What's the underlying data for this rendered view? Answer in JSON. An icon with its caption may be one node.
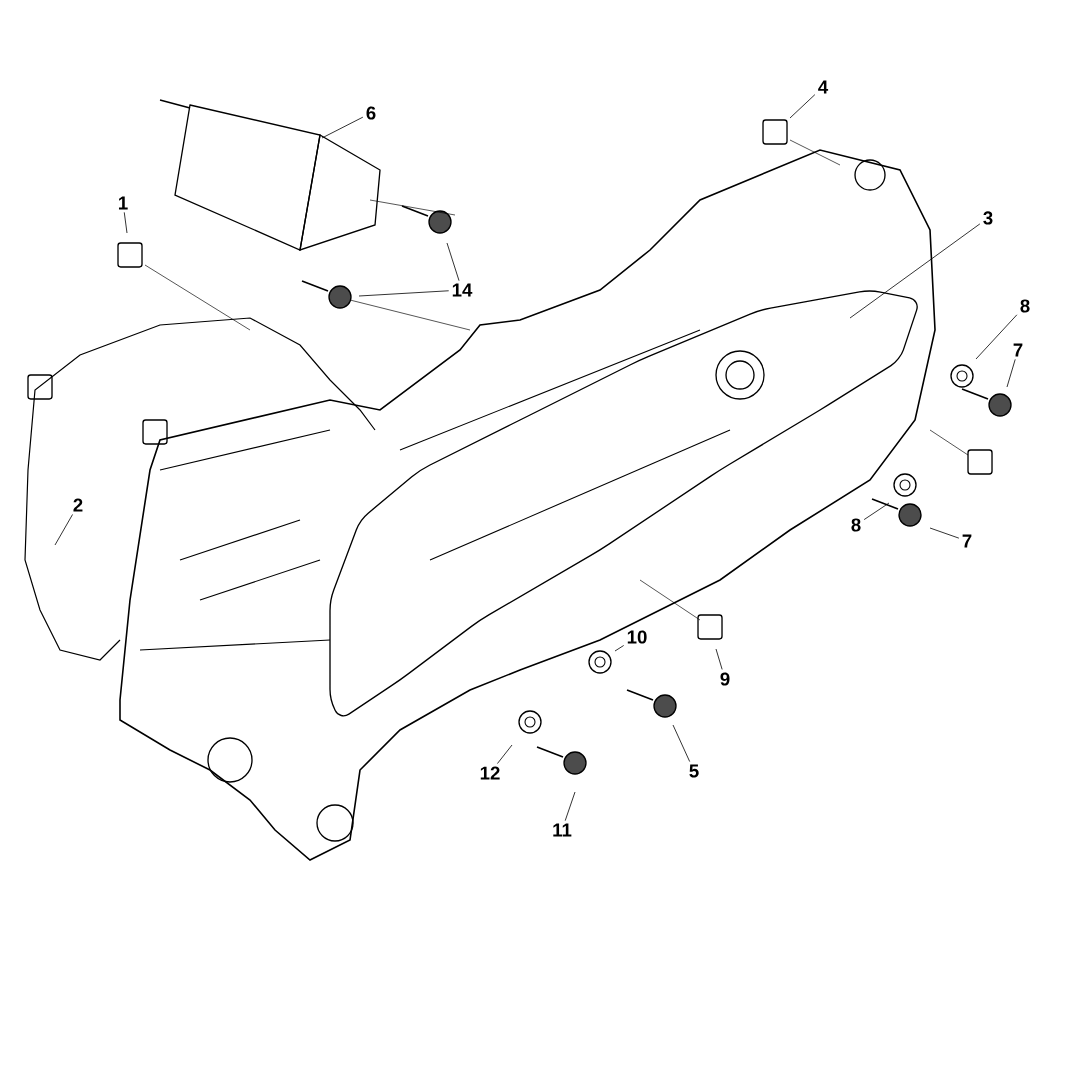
{
  "diagram": {
    "nodes": [
      {
        "text": [
          "4"
        ]
      },
      {
        "text": [
          "6"
        ]
      },
      {
        "text": [
          "1"
        ]
      },
      {
        "text": [
          "3"
        ]
      },
      {
        "text": [
          "14"
        ]
      },
      {
        "text": [
          "8"
        ]
      },
      {
        "text": [
          "7"
        ]
      },
      {
        "text": [
          "2"
        ]
      },
      {
        "text": [
          "8"
        ]
      },
      {
        "text": [
          "7"
        ]
      },
      {
        "text": [
          "10"
        ]
      },
      {
        "text": [
          "9"
        ]
      },
      {
        "text": [
          "12"
        ]
      },
      {
        "text": [
          "5"
        ]
      },
      {
        "text": [
          "11"
        ]
      }
    ],
    "edges": [
      {
        "from": 0,
        "to": null,
        "arrow": "none"
      },
      {
        "from": 1,
        "to": null,
        "arrow": "none"
      },
      {
        "from": 2,
        "to": null,
        "arrow": "none"
      },
      {
        "from": 3,
        "to": null,
        "arrow": "none"
      },
      {
        "from": 4,
        "to": null,
        "arrow": "none"
      },
      {
        "from": 4,
        "to": null,
        "arrow": "none"
      },
      {
        "from": 5,
        "to": null,
        "arrow": "none"
      },
      {
        "from": 6,
        "to": null,
        "arrow": "none"
      },
      {
        "from": 7,
        "to": null,
        "arrow": "none"
      },
      {
        "from": 8,
        "to": null,
        "arrow": "none"
      },
      {
        "from": 9,
        "to": null,
        "arrow": "none"
      },
      {
        "from": 10,
        "to": null,
        "arrow": "none"
      },
      {
        "from": 11,
        "to": null,
        "arrow": "none"
      },
      {
        "from": 12,
        "to": null,
        "arrow": "none"
      },
      {
        "from": 13,
        "to": null,
        "arrow": "none"
      },
      {
        "from": 14,
        "to": null,
        "arrow": "none"
      }
    ]
  }
}
